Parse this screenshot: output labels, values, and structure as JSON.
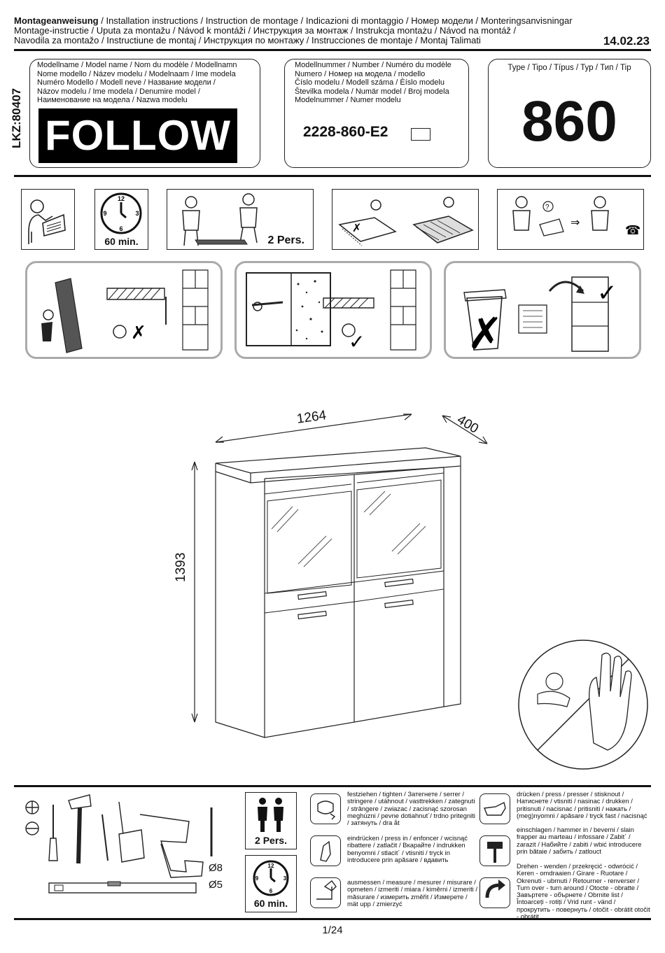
{
  "header": {
    "title_bold": "Montageanweisung",
    "title_line1_rest": " / Installation instructions / Instruction de montage / Indicazioni di montaggio / Номер модели / Monteringsanvisningar",
    "title_line2": "Montage-instructie / Uputa za montažu / Návod k montáži / Инструкция за монтаж / Instrukcja montażu / Návod na montáž /",
    "title_line3": "Navodila za montažo / Instructiune de montaj / Инструкция по монтажу / Instrucciones de montaje / Montaj Talimati",
    "date": "14.02.23",
    "lkz": "LKZ:80407"
  },
  "model_name_box": {
    "labels": [
      "Modellname / Model name / Nom du modèle / Modellnamn",
      "Nome modello / Název modelu / Modelnaam / Ime modela",
      "Numéro Modello / Modell neve / Название модели /",
      "Názov modelu / Ime modela / Denumire model /",
      "Наименование на модела / Nazwa modelu"
    ],
    "name": "FOLLOW"
  },
  "model_number_box": {
    "labels": [
      "Modellnummer / Number / Numéro du modèle",
      "Numero / Номер на модела / modello",
      "Číslo modelu / Modell száma / Èíslo modelu",
      "Številka modela / Numär model / Broj modela",
      "Modelnummer / Numer modelu"
    ],
    "number": "2228-860-E2"
  },
  "type_box": {
    "label": "Type / Tipo / Típus / Typ / Тип / Tip",
    "value": "860"
  },
  "pictos": {
    "time": "60 min.",
    "persons": "2 Pers."
  },
  "dimensions": {
    "width": "1264",
    "depth": "400",
    "height": "1393"
  },
  "tools": {
    "drill_a": "Ø8",
    "drill_b": "Ø5",
    "persons": "2 Pers.",
    "time": "60 min."
  },
  "legend": {
    "tighten": "festziehen / tighten / Затегнете / serrer / stringere / utáhnout / vasttrekken / zategnuti / strângere / zwiazac / zacisnąć szorosan meghúzni / pevne dotiahnut´/ trdno pritegniti / затянуть / dra åt",
    "press_in": "eindrücken / press in / enfoncer / wcisnąć ribattere / zatlačit / Вкарайте / indrukken benyomni / stlacit´ / vtisniti / tryck in introducere prin apăsare / вдавить",
    "measure": "ausmessen / measure / mesurer / misurare / opmeten / izmeriti / miara / kiměrni / izmeriti / măsurare / измерить změřit / Измерете / mät upp / zmierzyć",
    "press": "drücken / press / presser / stisknout / Натиснете / vtisniti / nasinac / drukken / pritisnuti / nacisnac / pritisniti / нажать / (meg)nyomni / apăsare / tryck fast / nacisnąć",
    "hammer": "einschlagen / hammer in / beverni / slain frapper au marteau / infossare / Zabit´ / zarazit / Набийте / zabiti / wbić introducere prin bătaie / забить / zatlouct",
    "turn": "Drehen - wenden / przekręcić - odwrócić / Keren - omdraaien / Girare - Ruotare / Okrenuti - ubrnuti / Retourner - renverser / Turn over - turn around / Otocte - obratte / Завъртете - обърнете / Obrnite list / Întoarceți - rotiți / Vrid runt - vänd / прокрутить - повернуть / otočit - obrátit otočit - obrátit"
  },
  "footer": {
    "page": "1/24"
  }
}
